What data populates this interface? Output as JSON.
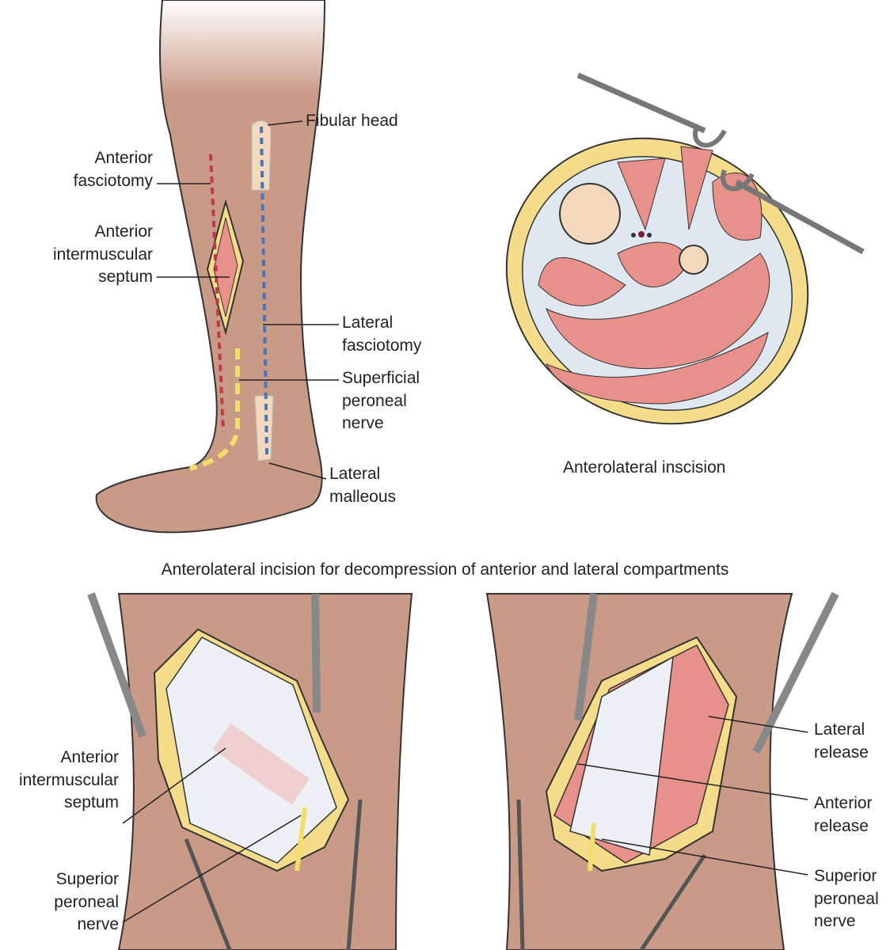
{
  "top_left": {
    "labels": {
      "fibular_head": "Fibular head",
      "anterior_fasciotomy": [
        "Anterior",
        "fasciotomy"
      ],
      "anterior_intermuscular_septum": [
        "Anterior",
        "intermuscular",
        "septum"
      ],
      "lateral_fasciotomy": [
        "Lateral",
        "fasciotomy"
      ],
      "superficial_peroneal_nerve": [
        "Superficial",
        "peroneal",
        "nerve"
      ],
      "lateral_malleous": [
        "Lateral",
        "malleous"
      ]
    }
  },
  "top_right": {
    "caption": "Anterolateral inscision"
  },
  "middle_caption": "Anterolateral incision for decompression of anterior and lateral compartments",
  "bottom_left": {
    "labels": {
      "anterior_intermuscular_septum": [
        "Anterior",
        "intermuscular",
        "septum"
      ],
      "superior_peroneal_nerve": [
        "Superior",
        "peroneal",
        "nerve"
      ]
    }
  },
  "bottom_right": {
    "labels": {
      "lateral_release": [
        "Lateral",
        "release"
      ],
      "anterior_release": [
        "Anterior",
        "release"
      ],
      "superior_peroneal_nerve": [
        "Superior",
        "peroneal",
        "nerve"
      ]
    }
  },
  "colors": {
    "skin": "#c99a85",
    "muscle": "#e8908a",
    "fascia": "#dfe8f0",
    "fat": "#f5dc8a",
    "bone": "#f3d9bb",
    "anterior_line": "#c0394a",
    "lateral_line": "#4a74b8",
    "nerve_line": "#f2de6a"
  }
}
